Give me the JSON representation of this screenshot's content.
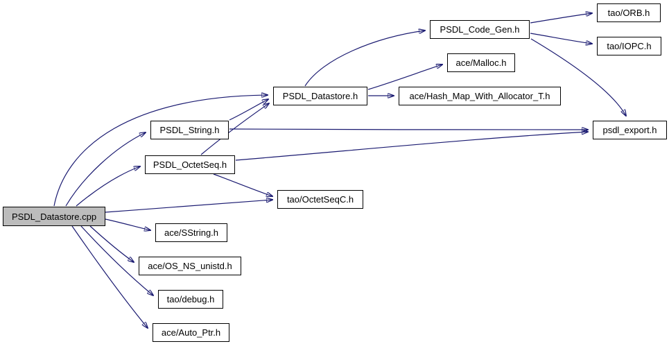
{
  "diagram": {
    "type": "include-dependency-graph",
    "colors": {
      "edge": "#191970",
      "node_border": "#000000",
      "node_fill": "#ffffff",
      "root_fill": "#bcbcbc",
      "text": "#000000"
    },
    "nodes": [
      {
        "id": "psdl-datastore-cpp",
        "label": "PSDL_Datastore.cpp",
        "role": "root"
      },
      {
        "id": "psdl-string-h",
        "label": "PSDL_String.h",
        "role": "header"
      },
      {
        "id": "psdl-octetseq-h",
        "label": "PSDL_OctetSeq.h",
        "role": "header"
      },
      {
        "id": "psdl-datastore-h",
        "label": "PSDL_Datastore.h",
        "role": "header"
      },
      {
        "id": "psdl-code-gen-h",
        "label": "PSDL_Code_Gen.h",
        "role": "header"
      },
      {
        "id": "tao-orb-h",
        "label": "tao/ORB.h",
        "role": "header"
      },
      {
        "id": "tao-iopc-h",
        "label": "tao/IOPC.h",
        "role": "header"
      },
      {
        "id": "ace-malloc-h",
        "label": "ace/Malloc.h",
        "role": "header"
      },
      {
        "id": "ace-hash-map-with-allocator-t-h",
        "label": "ace/Hash_Map_With_Allocator_T.h",
        "role": "header"
      },
      {
        "id": "psdl-export-h",
        "label": "psdl_export.h",
        "role": "header"
      },
      {
        "id": "tao-octetseqc-h",
        "label": "tao/OctetSeqC.h",
        "role": "header"
      },
      {
        "id": "ace-sstring-h",
        "label": "ace/SString.h",
        "role": "header"
      },
      {
        "id": "ace-os-ns-unistd-h",
        "label": "ace/OS_NS_unistd.h",
        "role": "header"
      },
      {
        "id": "tao-debug-h",
        "label": "tao/debug.h",
        "role": "header"
      },
      {
        "id": "ace-auto-ptr-h",
        "label": "ace/Auto_Ptr.h",
        "role": "header"
      }
    ],
    "edges": [
      {
        "from": "PSDL_Datastore.cpp",
        "to": "PSDL_Datastore.h"
      },
      {
        "from": "PSDL_Datastore.cpp",
        "to": "PSDL_String.h"
      },
      {
        "from": "PSDL_Datastore.cpp",
        "to": "PSDL_OctetSeq.h"
      },
      {
        "from": "PSDL_Datastore.cpp",
        "to": "tao/OctetSeqC.h"
      },
      {
        "from": "PSDL_Datastore.cpp",
        "to": "ace/SString.h"
      },
      {
        "from": "PSDL_Datastore.cpp",
        "to": "ace/OS_NS_unistd.h"
      },
      {
        "from": "PSDL_Datastore.cpp",
        "to": "tao/debug.h"
      },
      {
        "from": "PSDL_Datastore.cpp",
        "to": "ace/Auto_Ptr.h"
      },
      {
        "from": "PSDL_String.h",
        "to": "PSDL_Datastore.h"
      },
      {
        "from": "PSDL_String.h",
        "to": "psdl_export.h"
      },
      {
        "from": "PSDL_OctetSeq.h",
        "to": "PSDL_Datastore.h"
      },
      {
        "from": "PSDL_OctetSeq.h",
        "to": "psdl_export.h"
      },
      {
        "from": "PSDL_OctetSeq.h",
        "to": "tao/OctetSeqC.h"
      },
      {
        "from": "PSDL_Datastore.h",
        "to": "PSDL_Code_Gen.h"
      },
      {
        "from": "PSDL_Datastore.h",
        "to": "ace/Malloc.h"
      },
      {
        "from": "PSDL_Datastore.h",
        "to": "ace/Hash_Map_With_Allocator_T.h"
      },
      {
        "from": "PSDL_Code_Gen.h",
        "to": "tao/ORB.h"
      },
      {
        "from": "PSDL_Code_Gen.h",
        "to": "tao/IOPC.h"
      },
      {
        "from": "PSDL_Code_Gen.h",
        "to": "psdl_export.h"
      }
    ]
  }
}
